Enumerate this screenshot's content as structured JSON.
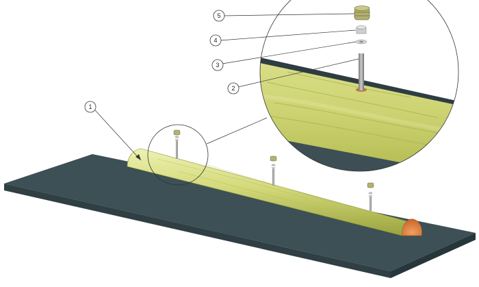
{
  "callouts": [
    {
      "label": "1"
    },
    {
      "label": "2"
    },
    {
      "label": "3"
    },
    {
      "label": "4"
    },
    {
      "label": "5"
    }
  ],
  "colors": {
    "slab_top": "#3b4f55",
    "slab_side": "#2c3b40",
    "slab_edge": "#24322f",
    "timber_light": "#e2e79a",
    "timber_mid": "#c9d06b",
    "timber_dark": "#a6ad45",
    "end_grain": "#d8783a",
    "pin": "#a3a3a3",
    "cap": "#b9b777",
    "line": "#333333"
  }
}
